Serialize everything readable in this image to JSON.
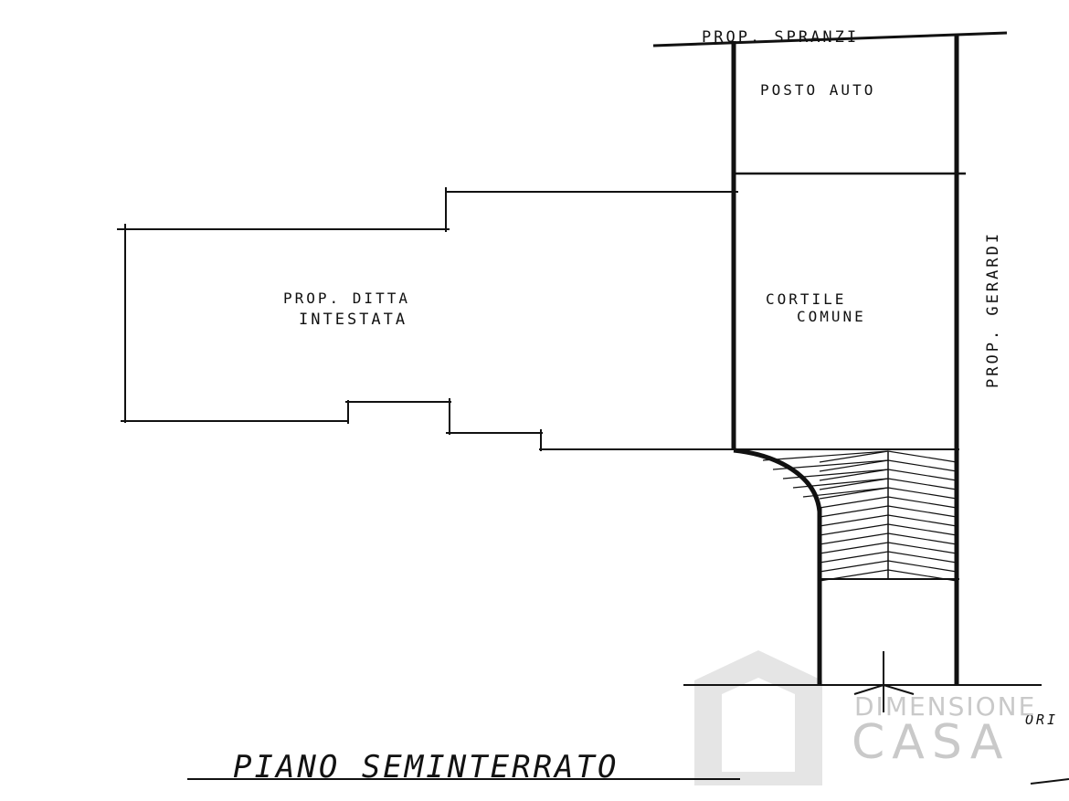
{
  "labels": {
    "top_property": "PROP. SPRANZI",
    "parking": "POSTO AUTO",
    "courtyard_line1": "CORTILE",
    "courtyard_line2": "COMUNE",
    "owner_line1": "PROP. DITTA",
    "owner_line2": "INTESTATA",
    "right_property": "PROP. GERARDI",
    "plan_title": "PIANO SEMINTERRATO",
    "orientation": "ORI"
  },
  "watermark": {
    "line1": "DIMENSIONE",
    "line2": "CASA"
  },
  "colors": {
    "ink": "#111111",
    "watermark": "#c9c9c9"
  }
}
